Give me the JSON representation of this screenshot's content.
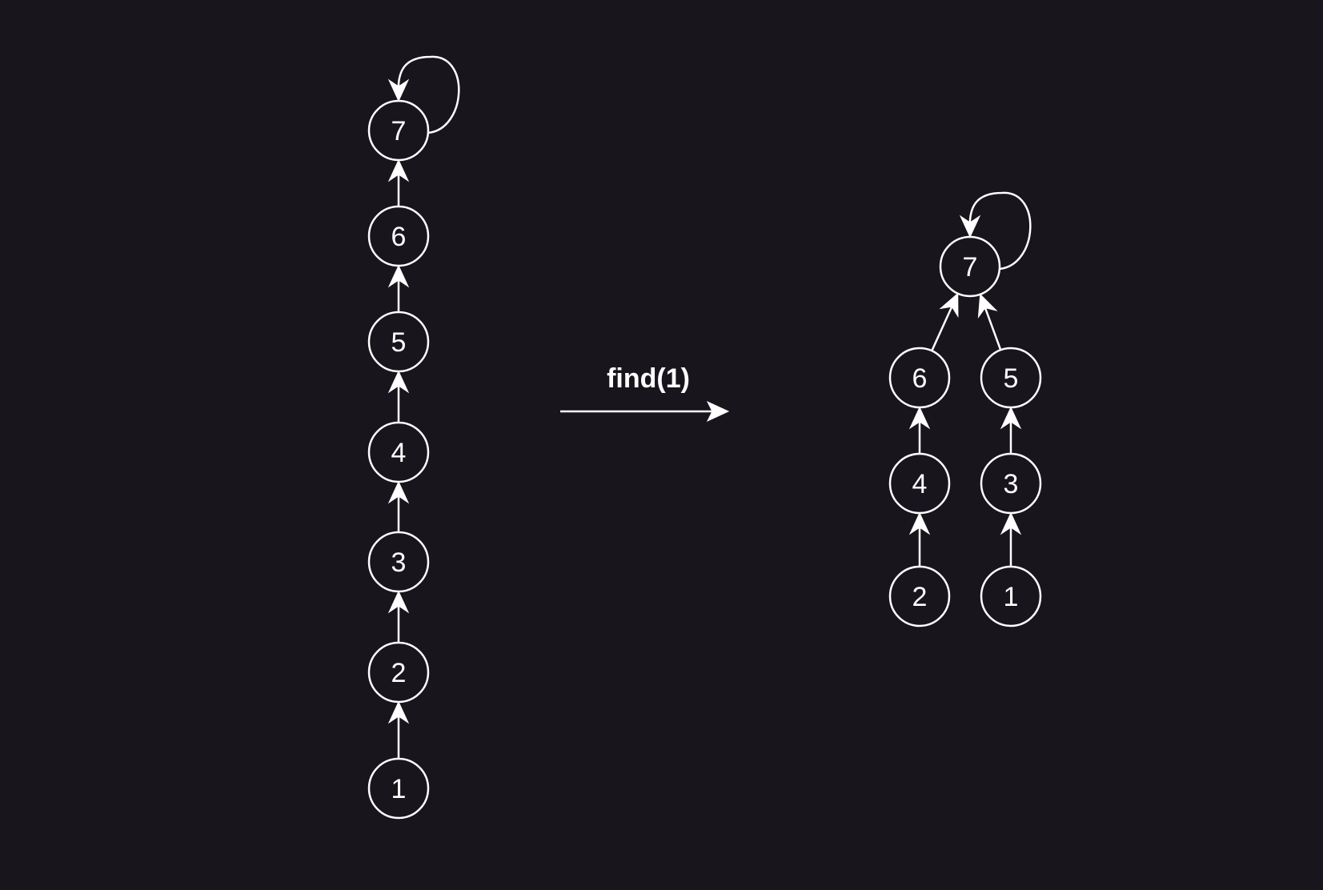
{
  "colors": {
    "background": "#18151d",
    "foreground": "#ffffff"
  },
  "operation": {
    "label": "find(1)"
  },
  "before": {
    "nodes": [
      {
        "id": "7",
        "label": "7"
      },
      {
        "id": "6",
        "label": "6"
      },
      {
        "id": "5",
        "label": "5"
      },
      {
        "id": "4",
        "label": "4"
      },
      {
        "id": "3",
        "label": "3"
      },
      {
        "id": "2",
        "label": "2"
      },
      {
        "id": "1",
        "label": "1"
      }
    ],
    "edges": [
      {
        "from": "6",
        "to": "7"
      },
      {
        "from": "5",
        "to": "6"
      },
      {
        "from": "4",
        "to": "5"
      },
      {
        "from": "3",
        "to": "4"
      },
      {
        "from": "2",
        "to": "3"
      },
      {
        "from": "1",
        "to": "2"
      },
      {
        "from": "7",
        "to": "7"
      }
    ]
  },
  "after": {
    "nodes": [
      {
        "id": "7",
        "label": "7"
      },
      {
        "id": "6",
        "label": "6"
      },
      {
        "id": "5",
        "label": "5"
      },
      {
        "id": "4",
        "label": "4"
      },
      {
        "id": "3",
        "label": "3"
      },
      {
        "id": "2",
        "label": "2"
      },
      {
        "id": "1",
        "label": "1"
      }
    ],
    "edges": [
      {
        "from": "6",
        "to": "7"
      },
      {
        "from": "5",
        "to": "7"
      },
      {
        "from": "4",
        "to": "6"
      },
      {
        "from": "2",
        "to": "4"
      },
      {
        "from": "3",
        "to": "5"
      },
      {
        "from": "1",
        "to": "3"
      },
      {
        "from": "7",
        "to": "7"
      }
    ]
  }
}
